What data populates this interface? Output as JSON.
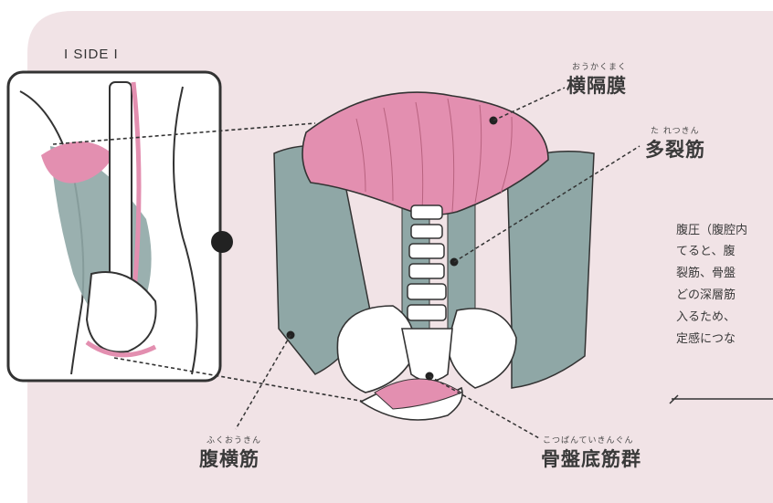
{
  "side_label": "I SIDE I",
  "labels": {
    "diaphragm": {
      "ruby": "おうかくまく",
      "text": "横隔膜"
    },
    "multifidus": {
      "ruby": "た れつきん",
      "text": "多裂筋"
    },
    "transversus": {
      "ruby": "ふくおうきん",
      "text": "腹横筋"
    },
    "pelvic_floor": {
      "ruby": "こつばんていきんぐん",
      "text": "骨盤底筋群"
    }
  },
  "body_text": [
    "腹圧（腹腔内",
    "てると、腹",
    "裂筋、骨盤",
    "どの深層筋",
    "入るため、",
    "定感につな"
  ],
  "colors": {
    "background_panel": "#f1e3e6",
    "muscle_pink": "#e38fb0",
    "muscle_gray": "#8fa7a6",
    "bone": "#ffffff",
    "outline": "#3a3a3a"
  }
}
